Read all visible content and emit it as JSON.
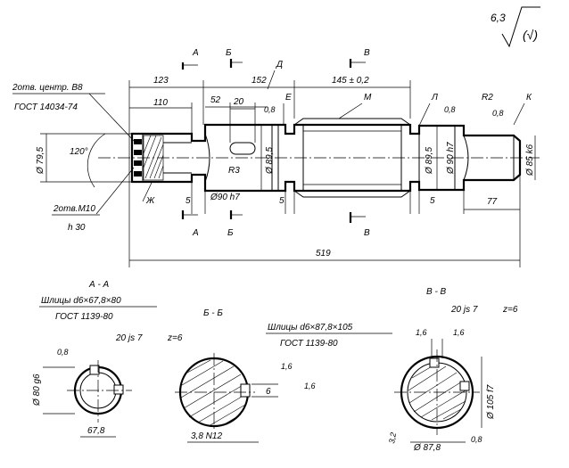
{
  "roughness": {
    "value": "6,3",
    "suffix": "(√)"
  },
  "section_letters": {
    "a_top": "А",
    "b_top": "Б",
    "v_top": "В",
    "a_bot": "А",
    "b_bot": "Б",
    "v_bot": "В"
  },
  "callouts": {
    "d": "Д",
    "e": "Е",
    "m": "М",
    "l": "Л",
    "k": "К",
    "zh": "Ж"
  },
  "notes": {
    "centers_line1": "2отв. центр. В8",
    "centers_line2": "ГОСТ 14034-74",
    "thread_line1": "2отв.М10",
    "thread_line2": "h 30",
    "angle": "120°"
  },
  "dims": {
    "d123": "123",
    "d152": "152",
    "d145": "145 ± 0,2",
    "d110": "110",
    "d52": "52",
    "d20": "20",
    "d08a": "0,8",
    "d08b": "0,8",
    "d08c": "0,8",
    "dR2": "R2",
    "dR3": "R3",
    "dia795": "Ø 79,5",
    "dia895a": "Ø 89,5",
    "dia90h7a": "Ø90 h7",
    "dia895b": "Ø 89,5",
    "dia90h7b": "Ø 90 h7",
    "dia85k6": "Ø 85 k6",
    "d5a": "5",
    "d5b": "5",
    "d5c": "5",
    "d77": "77",
    "d519": "519"
  },
  "section_aa": {
    "title": "А - А",
    "spline_line1": "Шлицы d6×67,8×80",
    "spline_line2": "ГОСТ 1139-80",
    "width": "20 js 7",
    "z": "z=6",
    "rough": "0,8",
    "dia": "Ø 80 g6",
    "inner": "67,8"
  },
  "section_bb": {
    "title": "Б - Б",
    "rough1": "1,6",
    "rough2": "1,6",
    "key_depth": "6",
    "key_width": "3,8 N12"
  },
  "section_vv": {
    "title": "В - В",
    "spline_line1": "Шлицы d6×87,8×105",
    "spline_line2": "ГОСТ 1139-80",
    "width": "20 js 7",
    "z": "z=6",
    "rough1": "1,6",
    "rough2": "1,6",
    "rough3": "3,2",
    "rough4": "0,8",
    "dia": "Ø 105 f7",
    "inner": "Ø 87,8"
  }
}
